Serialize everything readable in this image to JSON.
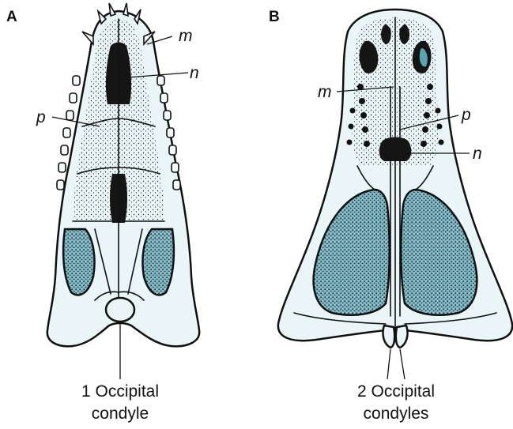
{
  "figure": {
    "panels": [
      {
        "id": "A",
        "panel_label": "A",
        "labels": {
          "m": "m",
          "n": "n",
          "p": "p"
        },
        "caption_line1": "1 Occipital",
        "caption_line2": "condyle"
      },
      {
        "id": "B",
        "panel_label": "B",
        "labels": {
          "m": "m",
          "n": "n",
          "p": "p"
        },
        "caption_line1": "2 Occipital",
        "caption_line2": "condyles"
      }
    ],
    "colors": {
      "bone": "#e9f5f6",
      "ink": "#111111",
      "fenestra_tint": "#5aa3b3"
    }
  }
}
